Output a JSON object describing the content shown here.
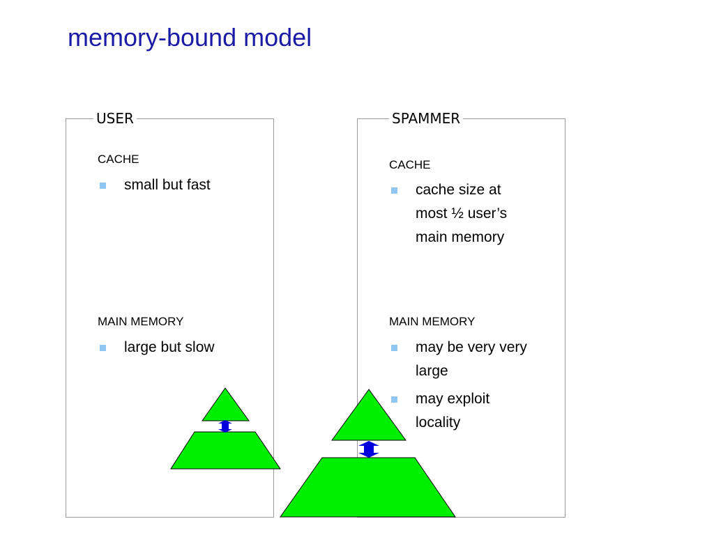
{
  "title": "memory-bound model",
  "columns": {
    "user": {
      "label": "USER",
      "cache_heading": "CACHE",
      "cache_bullets": [
        "small but fast"
      ],
      "memory_heading": "MAIN MEMORY",
      "memory_bullets": [
        "large but slow"
      ]
    },
    "spammer": {
      "label": "SPAMMER",
      "cache_heading": "CACHE",
      "cache_bullets": [
        "cache size at most ½ user’s main memory"
      ],
      "memory_heading": "MAIN MEMORY",
      "memory_bullets": [
        "may be very very large",
        "may exploit locality"
      ]
    }
  },
  "colors": {
    "title": "#1a1aa6",
    "bullet": "#8fc7f2",
    "pyramid_fill": "#00ee00",
    "arrow": "#0000dd"
  }
}
